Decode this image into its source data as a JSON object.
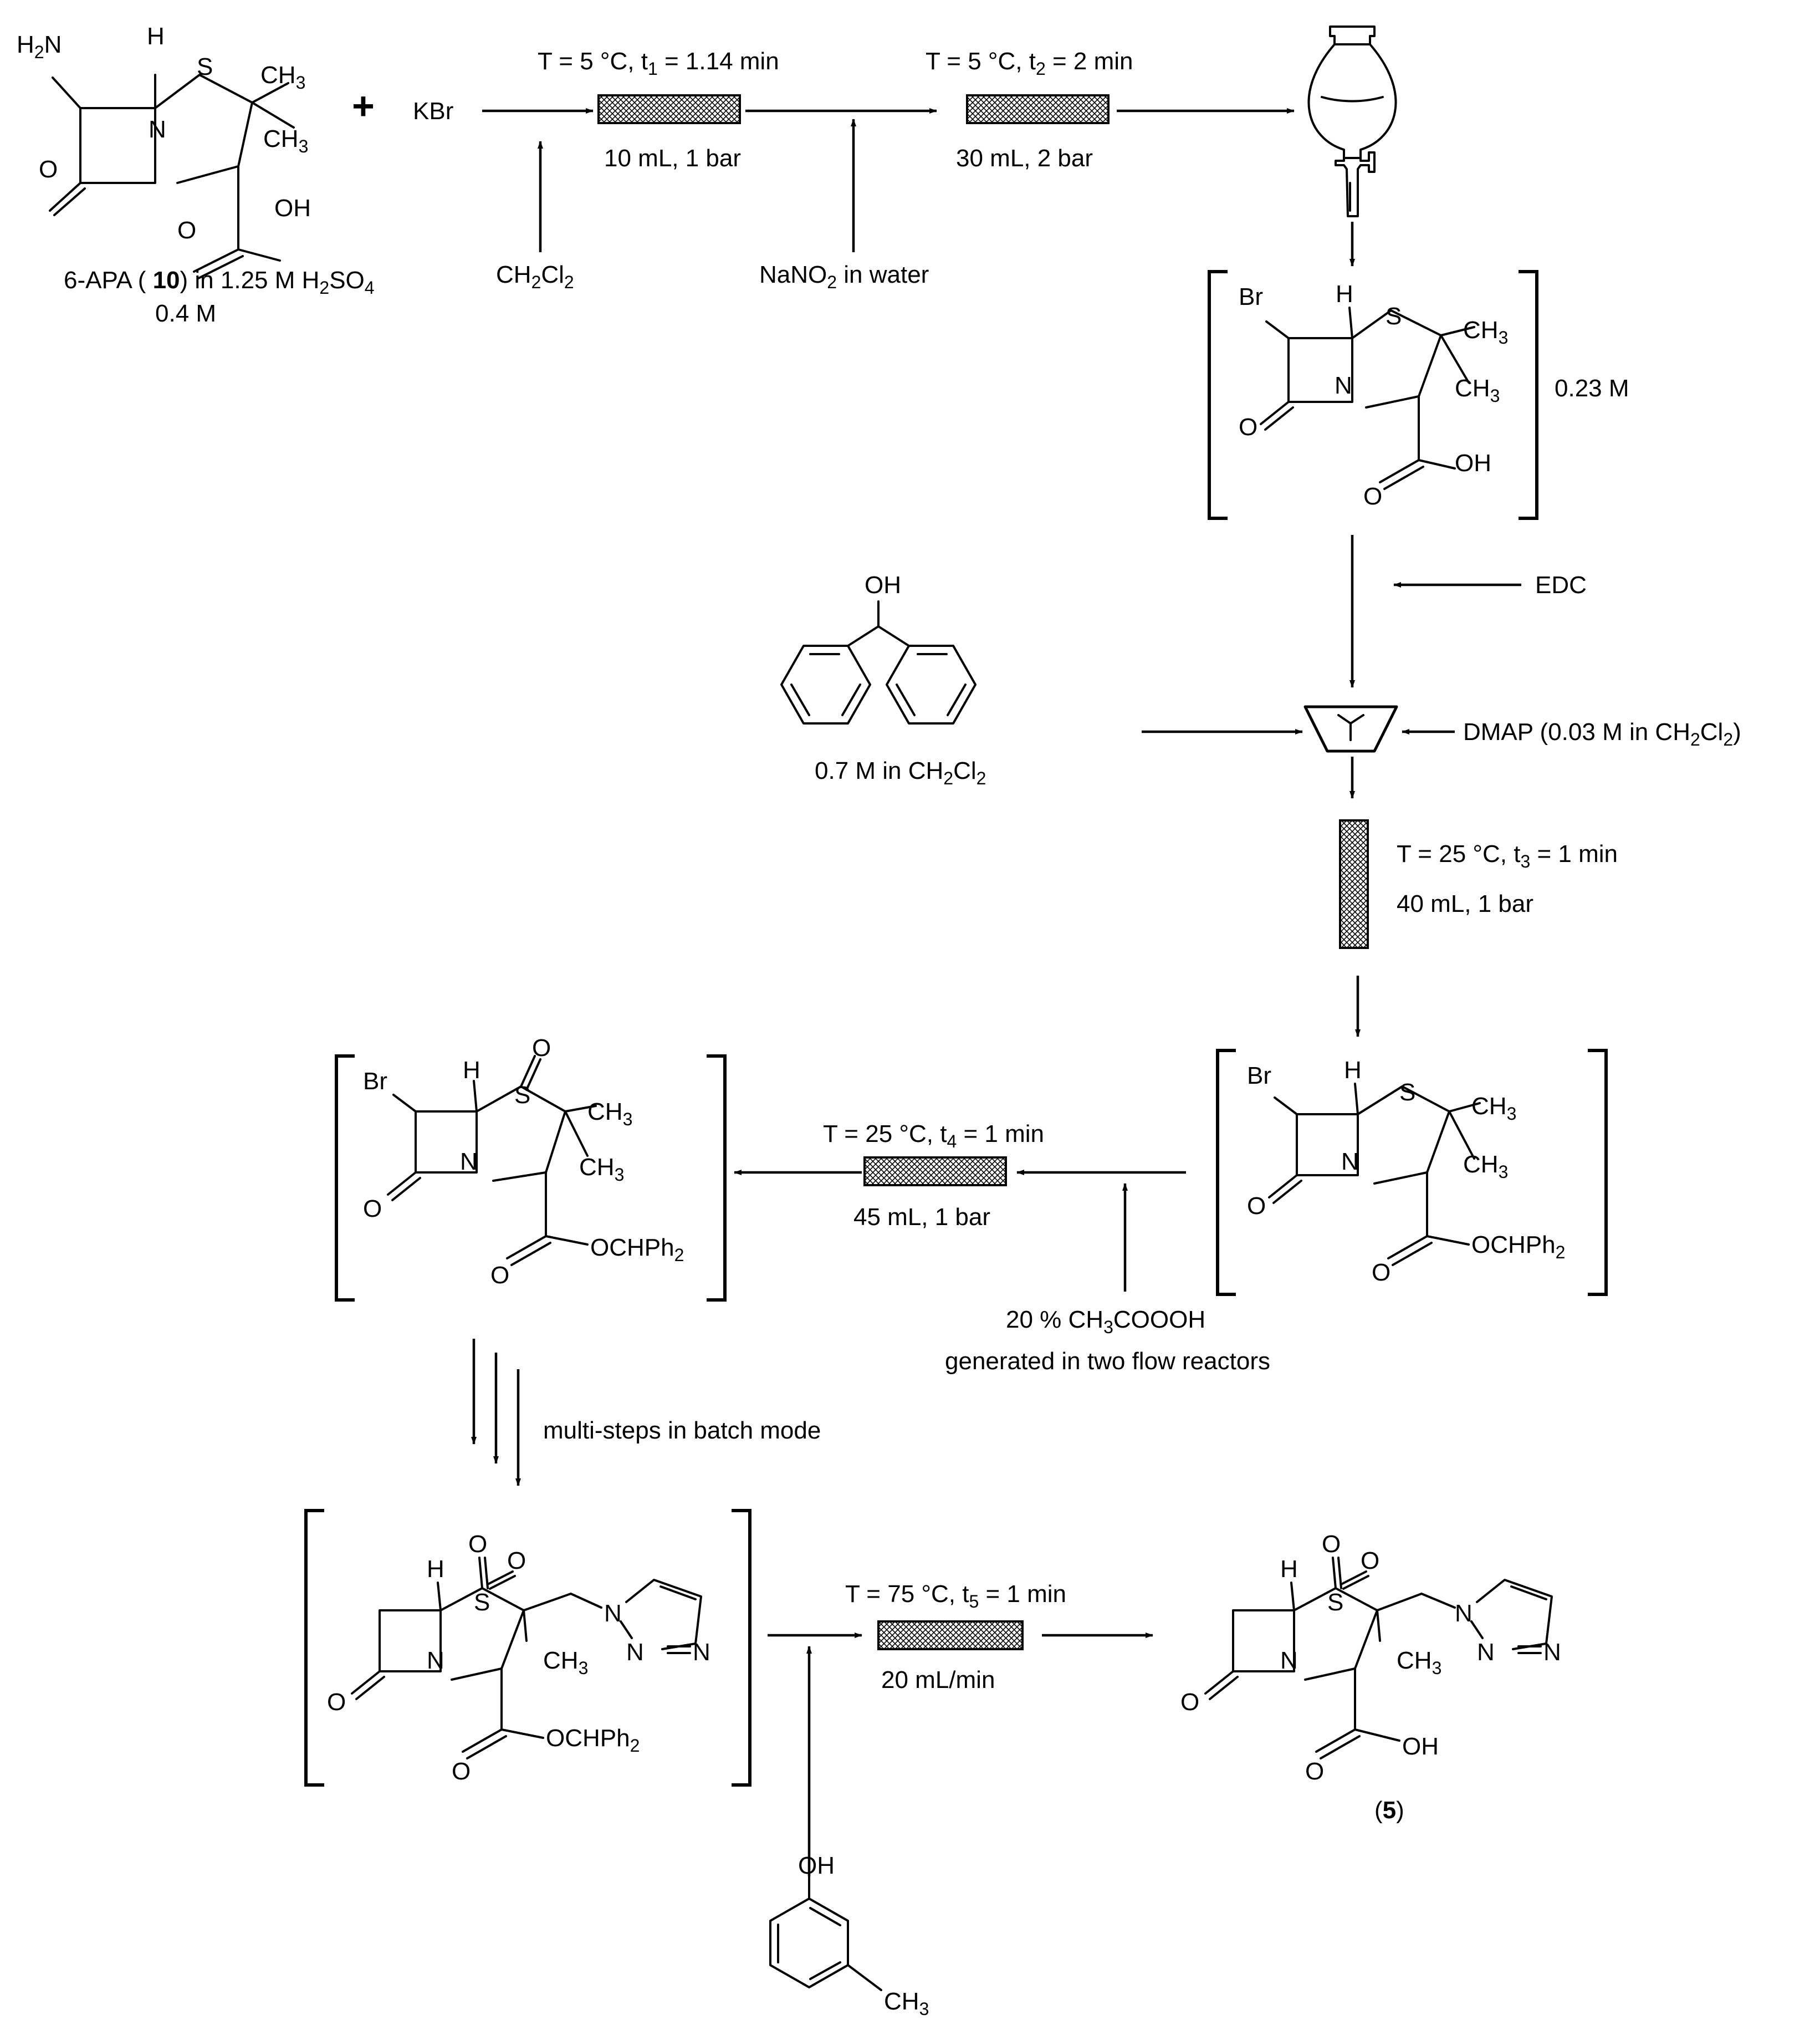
{
  "colors": {
    "ink": "#000000",
    "background": "#ffffff"
  },
  "start": {
    "amine_label": "H",
    "amine_sub": "2",
    "amine_n": "N",
    "label_prefix": "6-APA ( ",
    "label_compound": "10",
    "label_suffix": ") in 1.25 M H",
    "label_sub": "2",
    "label_so4": "SO",
    "label_sub2": "4",
    "concentration": "0.4 M"
  },
  "plus": "+",
  "reagents": {
    "kbr": "KBr",
    "ch2cl2": {
      "a": "CH",
      "s1": "2",
      "b": "Cl",
      "s2": "2"
    },
    "nano2": {
      "a": "NaNO",
      "s1": "2",
      "b": " in water"
    },
    "edc": "EDC",
    "dmap": {
      "a": "DMAP (0.03 M in CH",
      "s1": "2",
      "b": "Cl",
      "s2": "2",
      "c": ")"
    },
    "benzhydrol_conc": {
      "a": "0.7 M in CH",
      "s1": "2",
      "b": "Cl",
      "s2": "2"
    },
    "peracid": {
      "a": "20 % CH",
      "s1": "3",
      "b": "COOOH"
    },
    "peracid_note": "generated in two flow reactors",
    "multistep": "multi-steps in batch mode"
  },
  "reactors": {
    "r1": {
      "cond_a": "T = 5 °C, t",
      "cond_sub": "1",
      "cond_b": " = 1.14 min",
      "vol": "10 mL, 1 bar"
    },
    "r2": {
      "cond_a": "T = 5 °C, t",
      "cond_sub": "2",
      "cond_b": " = 2 min",
      "vol": "30 mL, 2 bar"
    },
    "r3": {
      "cond_a": "T = 25 °C, t",
      "cond_sub": "3",
      "cond_b": " = 1 min",
      "vol": "40 mL, 1 bar"
    },
    "r4": {
      "cond_a": "T = 25 °C, t",
      "cond_sub": "4",
      "cond_b": " = 1 min",
      "vol": "45 mL, 1 bar"
    },
    "r5": {
      "cond_a": "T = 75 °C, t",
      "cond_sub": "5",
      "cond_b": " = 1 min",
      "vol": "20 mL/min"
    }
  },
  "intermediates": {
    "bromo_acid_conc": "0.23 M"
  },
  "atoms": {
    "H": "H",
    "S": "S",
    "N": "N",
    "O": "O",
    "OH": "OH",
    "Br": "Br",
    "CH": "CH",
    "three": "3",
    "OCHPh": "OCHPh",
    "two": "2"
  },
  "product": {
    "label_open": "(",
    "label_num": "5",
    "label_close": ")"
  }
}
